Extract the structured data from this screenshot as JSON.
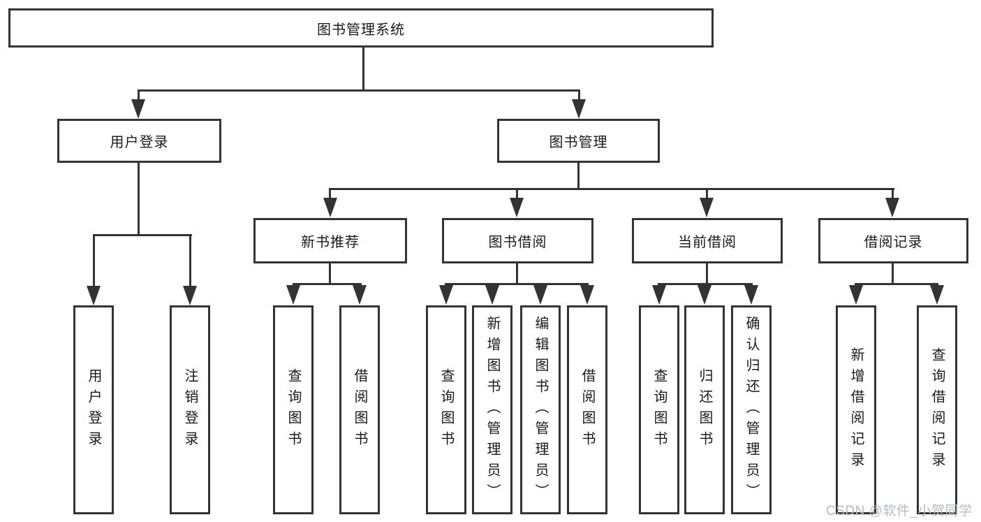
{
  "tree": {
    "root": {
      "label": "图书管理系统"
    },
    "branches": [
      {
        "label": "用户登录",
        "children": [
          {
            "label": "用户登录"
          },
          {
            "label": "注销登录"
          }
        ]
      },
      {
        "label": "图书管理",
        "children": [
          {
            "label": "新书推荐",
            "children": [
              {
                "label": "查询图书"
              },
              {
                "label": "借阅图书"
              }
            ]
          },
          {
            "label": "图书借阅",
            "children": [
              {
                "label": "查询图书"
              },
              {
                "label": "新增图书（管理员）"
              },
              {
                "label": "编辑图书（管理员）"
              },
              {
                "label": "借阅图书"
              }
            ]
          },
          {
            "label": "当前借阅",
            "children": [
              {
                "label": "查询图书"
              },
              {
                "label": "归还图书"
              },
              {
                "label": "确认归还（管理员）"
              }
            ]
          },
          {
            "label": "借阅记录",
            "children": [
              {
                "label": "新增借阅记录"
              },
              {
                "label": "查询借阅记录"
              }
            ]
          }
        ]
      }
    ]
  },
  "watermark": {
    "text": "CSDN @软件_小贺同学"
  },
  "colors": {
    "line": "#333333",
    "text": "#1a1a1a",
    "background": "#ffffff",
    "watermark": "#b4bac0"
  }
}
